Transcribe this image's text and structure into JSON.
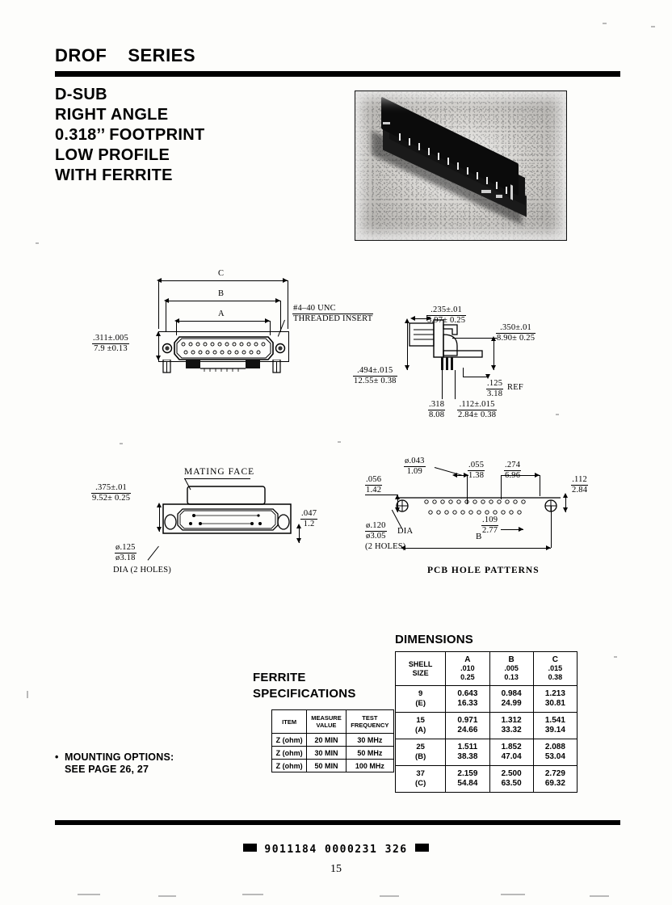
{
  "header": {
    "series_code": "DROF",
    "series_word": "SERIES"
  },
  "product": {
    "headline_lines": [
      "D-SUB",
      "RIGHT ANGLE",
      "0.318’’ FOOTPRINT",
      "LOW PROFILE",
      "WITH FERRITE"
    ],
    "photo_alt": "right-angle d-sub connector photo"
  },
  "front_view": {
    "label_c": "C",
    "label_b": "B",
    "label_a": "A",
    "thread_note_line1": "#4–40  UNC",
    "thread_note_line2": "THREADED  INSERT",
    "height_in": ".311±.005",
    "height_mm": "7.9 ±0.13"
  },
  "side_view": {
    "top_in": ".235±.01",
    "top_mm": "5.97± 0.25",
    "right_in": ".350±.01",
    "right_mm": "8.90± 0.25",
    "left_in": ".494±.015",
    "left_mm": "12.55± 0.38",
    "pitch_in": ".125",
    "pitch_mm": "3.18",
    "pitch_ref": "REF",
    "foot_in": ".318",
    "foot_mm": "8.08",
    "pin_in": ".112±.015",
    "pin_mm": "2.84± 0.38"
  },
  "mating_view": {
    "mating_face": "MATING  FACE",
    "height_in": ".375±.01",
    "height_mm": "9.52± 0.25",
    "step_in": ".047",
    "step_mm": "1.2",
    "hole_in": "ø.125",
    "hole_mm": "ø3.18",
    "hole_note": "DIA (2 HOLES)"
  },
  "pcb_view": {
    "caption": "PCB  HOLE  PATTERNS",
    "hole_dia_in": "ø.043",
    "hole_dia_mm": "1.09",
    "edge_in": ".056",
    "edge_mm": "1.42",
    "pitch1_in": ".055",
    "pitch1_mm": "1.38",
    "pitch2_in": ".274",
    "pitch2_mm": "6.96",
    "right_in": ".112",
    "right_mm": "2.84",
    "row_in": ".109",
    "row_mm": "2.77",
    "mount_in": "ø.120",
    "mount_mm": "ø3.05",
    "mount_dia": "DIA",
    "mount_note": "(2 HOLES)",
    "span_label": "B"
  },
  "ferrite": {
    "title_line1": "FERRITE",
    "title_line2": "SPECIFICATIONS",
    "columns": [
      "ITEM",
      "MEASURE VALUE",
      "TEST FREQUENCY"
    ],
    "columns_wrapped": [
      [
        "ITEM",
        ""
      ],
      [
        "MEASURE",
        "VALUE"
      ],
      [
        "TEST",
        "FREQUENCY"
      ]
    ],
    "rows": [
      [
        "Z (ohm)",
        "20 MIN",
        "30 MHz"
      ],
      [
        "Z (ohm)",
        "30 MIN",
        "50 MHz"
      ],
      [
        "Z (ohm)",
        "50 MIN",
        "100 MHz"
      ]
    ]
  },
  "dimensions": {
    "title": "DIMENSIONS",
    "head_shell_l1": "SHELL",
    "head_shell_l2": "SIZE",
    "columns": [
      {
        "letter": "A",
        "tol_in": ".010",
        "tol_mm": "0.25"
      },
      {
        "letter": "B",
        "tol_in": ".005",
        "tol_mm": "0.13"
      },
      {
        "letter": "C",
        "tol_in": ".015",
        "tol_mm": "0.38"
      }
    ],
    "rows": [
      {
        "size": "9",
        "code": "(E)",
        "a_in": "0.643",
        "a_mm": "16.33",
        "b_in": "0.984",
        "b_mm": "24.99",
        "c_in": "1.213",
        "c_mm": "30.81"
      },
      {
        "size": "15",
        "code": "(A)",
        "a_in": "0.971",
        "a_mm": "24.66",
        "b_in": "1.312",
        "b_mm": "33.32",
        "c_in": "1.541",
        "c_mm": "39.14"
      },
      {
        "size": "25",
        "code": "(B)",
        "a_in": "1.511",
        "a_mm": "38.38",
        "b_in": "1.852",
        "b_mm": "47.04",
        "c_in": "2.088",
        "c_mm": "53.04"
      },
      {
        "size": "37",
        "code": "(C)",
        "a_in": "2.159",
        "a_mm": "54.84",
        "b_in": "2.500",
        "b_mm": "63.50",
        "c_in": "2.729",
        "c_mm": "69.32"
      }
    ]
  },
  "note": {
    "line1": "MOUNTING OPTIONS:",
    "line2": "SEE PAGE  26, 27"
  },
  "footer": {
    "barcode_text": "9011184 0000231 326",
    "page_number": "15"
  },
  "colors": {
    "ink": "#000000",
    "paper": "#fdfdfb"
  }
}
